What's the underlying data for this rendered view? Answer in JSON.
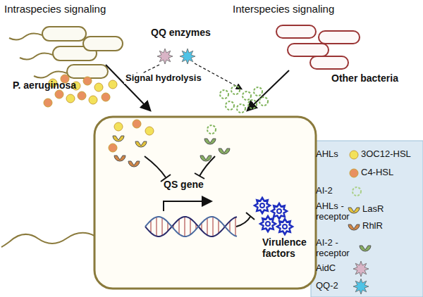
{
  "diagram": {
    "labels": [
      "Intraspecies signaling",
      "Interspecies signaling",
      "QQ enzymes",
      "P. aeruginosa",
      "Signal hydrolysis",
      "Other bacteria",
      "QS gene",
      "Virulence factors",
      "AHLs",
      "AHLs - receptor"
    ],
    "legend": [
      {
        "text": "3OC12-HSL",
        "color": "#f3e15a"
      },
      {
        "text": "C4-HSL",
        "color": "#e89060"
      },
      {
        "text": "AI-2",
        "color": "#a9cf86"
      },
      {
        "text": "LasR",
        "color": "#e2c23c"
      },
      {
        "text": "RhlR",
        "color": "#cf8546"
      },
      {
        "text": "AI-2 - receptor",
        "color": "#86ad62"
      },
      {
        "text": "AidC",
        "color": "#d9b4c6"
      },
      {
        "text": "QQ-2",
        "color": "#4fc3e6"
      }
    ]
  }
}
